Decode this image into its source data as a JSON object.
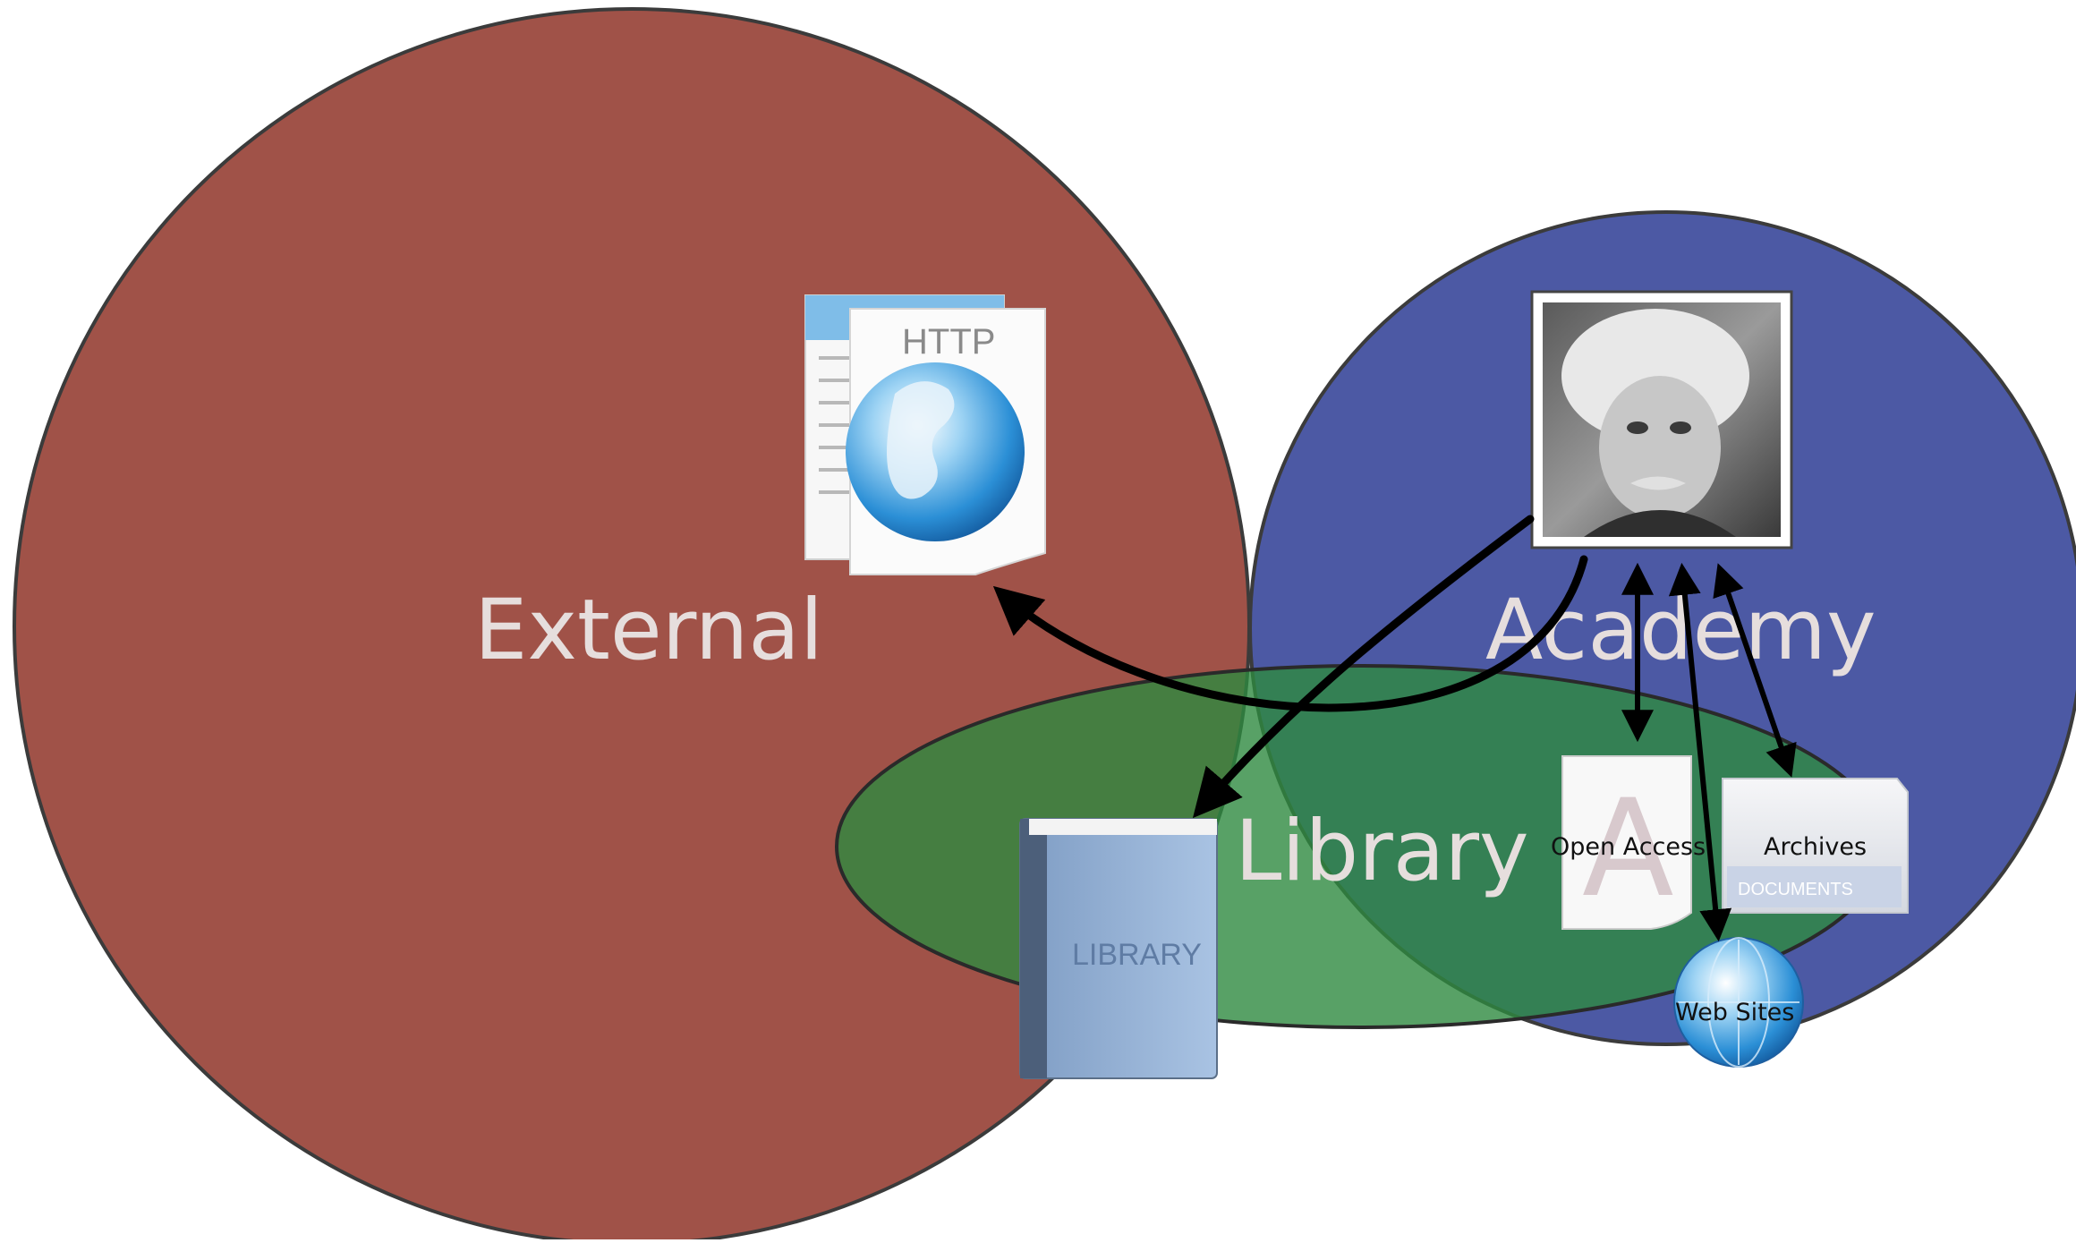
{
  "regions": {
    "external": {
      "label": "External",
      "color": "#a05248"
    },
    "academy": {
      "label": "Academy",
      "color": "#4c59a4"
    },
    "library": {
      "label": "Library",
      "color": "#2e8a40"
    }
  },
  "icons": {
    "http_document": {
      "text": "HTTP"
    },
    "library_book": {
      "text": "LIBRARY"
    },
    "open_access": {
      "label": "Open Access",
      "glyph": "A"
    },
    "archives": {
      "label": "Archives",
      "folder_text": "DOCUMENTS"
    },
    "web_sites": {
      "label": "Web Sites"
    }
  },
  "colors": {
    "arrow": "#000000",
    "outline": "#3b3b3b"
  }
}
